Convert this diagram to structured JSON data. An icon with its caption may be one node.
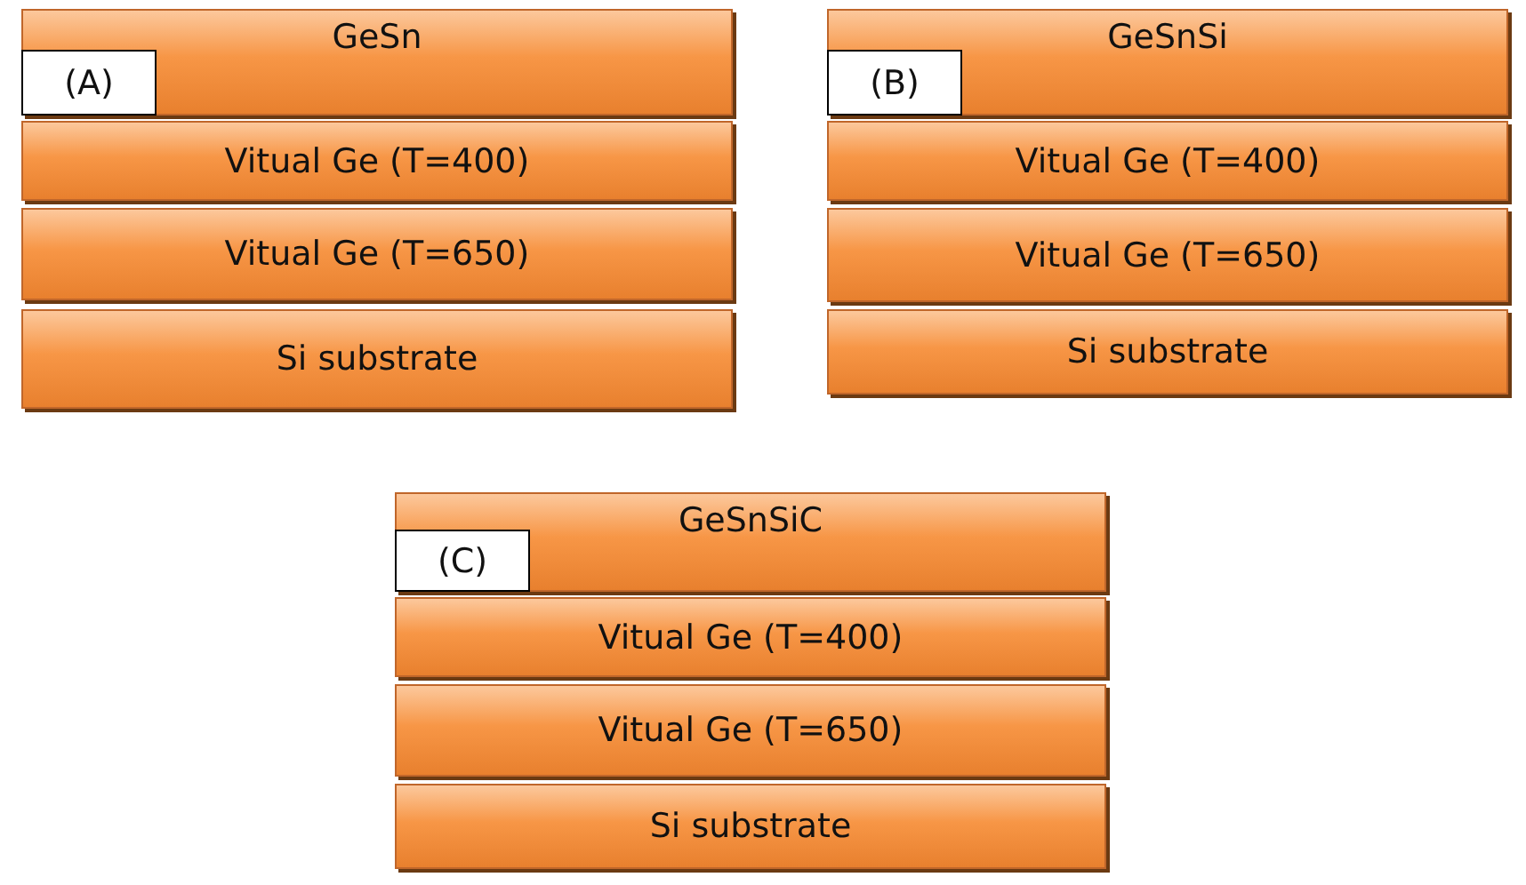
{
  "diagram": {
    "nodes": [
      {
        "text": [
          "GeSn"
        ]
      },
      {
        "text": [
          "(A)"
        ],
        "in": 0
      },
      {
        "text": [
          "Vitual Ge (T=400)"
        ]
      },
      {
        "text": [
          "Vitual Ge (T=650)"
        ]
      },
      {
        "text": [
          "Si substrate"
        ]
      },
      {
        "text": [
          "GeSnSi"
        ]
      },
      {
        "text": [
          "(B)"
        ],
        "in": 5
      },
      {
        "text": [
          "Vitual Ge (T=400)"
        ]
      },
      {
        "text": [
          "Vitual Ge (T=650)"
        ]
      },
      {
        "text": [
          "Si substrate"
        ]
      },
      {
        "text": [
          "GeSnSiC"
        ]
      },
      {
        "text": [
          "(C)"
        ],
        "in": 10
      },
      {
        "text": [
          "Vitual Ge (T=400)"
        ]
      },
      {
        "text": [
          "Vitual Ge (T=650)"
        ]
      },
      {
        "text": [
          "Si substrate"
        ]
      }
    ]
  }
}
